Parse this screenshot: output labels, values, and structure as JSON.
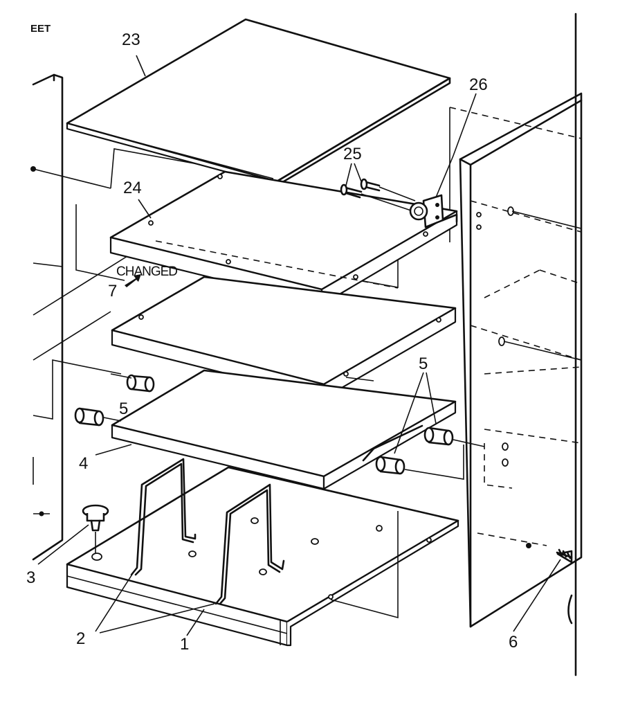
{
  "header": {
    "corner_text": "EET"
  },
  "labels": {
    "p1": "1",
    "p2": "2",
    "p3": "3",
    "p4": "4",
    "p5a": "5",
    "p5b": "5",
    "p6": "6",
    "p7": "7",
    "p23": "23",
    "p24": "24",
    "p25": "25",
    "p26": "26"
  },
  "annotation": {
    "changed": "CHANGED"
  }
}
